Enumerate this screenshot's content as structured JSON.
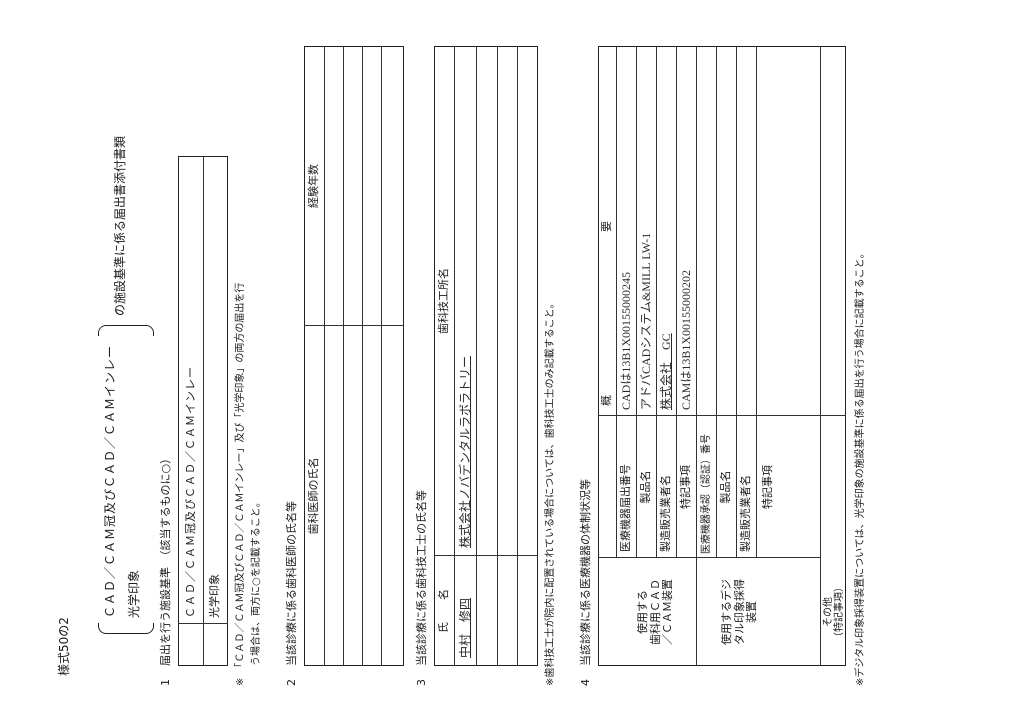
{
  "form_number": "様式50の2",
  "title": {
    "option_1": "ＣＡＤ／ＣＡＭ冠及びＣＡＤ／ＣＡＭインレー",
    "option_2": "光学印象",
    "suffix": "の施設基準に係る届出書添付書類"
  },
  "section1": {
    "num": "1",
    "heading": "届出を行う施設基準　（該当するものに○）",
    "options": [
      "ＣＡＤ／ＣＡＭ冠及びＣＡＤ／ＣＡＭインレー",
      "光学印象"
    ],
    "note_1": "※　「ＣＡＤ／ＣＡＭ冠及びＣＡＤ／ＣＡＭインレー」及び「光学印象」の両方の届出を行",
    "note_2": "う場合は、両方に○を記載すること。"
  },
  "section2": {
    "num": "2",
    "heading": "当該診療に係る歯科医師の氏名等",
    "columns": [
      "歯科医師の氏名",
      "経験年数"
    ]
  },
  "section3": {
    "num": "3",
    "heading": "当該診療に係る歯科技工士の氏名等",
    "columns": [
      "氏　　名",
      "歯科技工所名"
    ],
    "rows": [
      [
        "中村　修四",
        "株式会社ノバデンタルラボラトリー"
      ]
    ],
    "note": "※歯科技工士が院内に配置されている場合については、歯科技工士のみ記載すること。"
  },
  "section4": {
    "num": "4",
    "heading": "当該診療に係る医療機器の体制状況等",
    "col_headers": [
      "概",
      "要"
    ],
    "group1": {
      "label_lines": [
        "使用する",
        "歯科用ＣＡＤ",
        "／ＣＡＭ装置"
      ],
      "rows": [
        {
          "label": "医療機器届出番号",
          "value": "CADは13B1X00155000245"
        },
        {
          "label": "製品名",
          "value": "アドバCADシステム&MILL LW-1"
        },
        {
          "label": "製造販売業者名",
          "value": "株式会社　GC"
        },
        {
          "label": "特記事項",
          "value": "CAMは13B1X00155000202"
        }
      ]
    },
    "group2": {
      "label_lines": [
        "使用するデジ",
        "タル印象採得",
        "装置"
      ],
      "rows": [
        {
          "label": "医療機器承認（認証）番号",
          "value": ""
        },
        {
          "label": "製品名",
          "value": ""
        },
        {
          "label": "製造販売業者名",
          "value": ""
        },
        {
          "label": "特記事項",
          "value": ""
        }
      ]
    },
    "group3": {
      "label_lines": [
        "その他",
        "（特記事項）"
      ]
    },
    "note": "※デジタル印象採得装置については、光学印象の施設基準に係る届出を行う場合に記載すること。"
  }
}
